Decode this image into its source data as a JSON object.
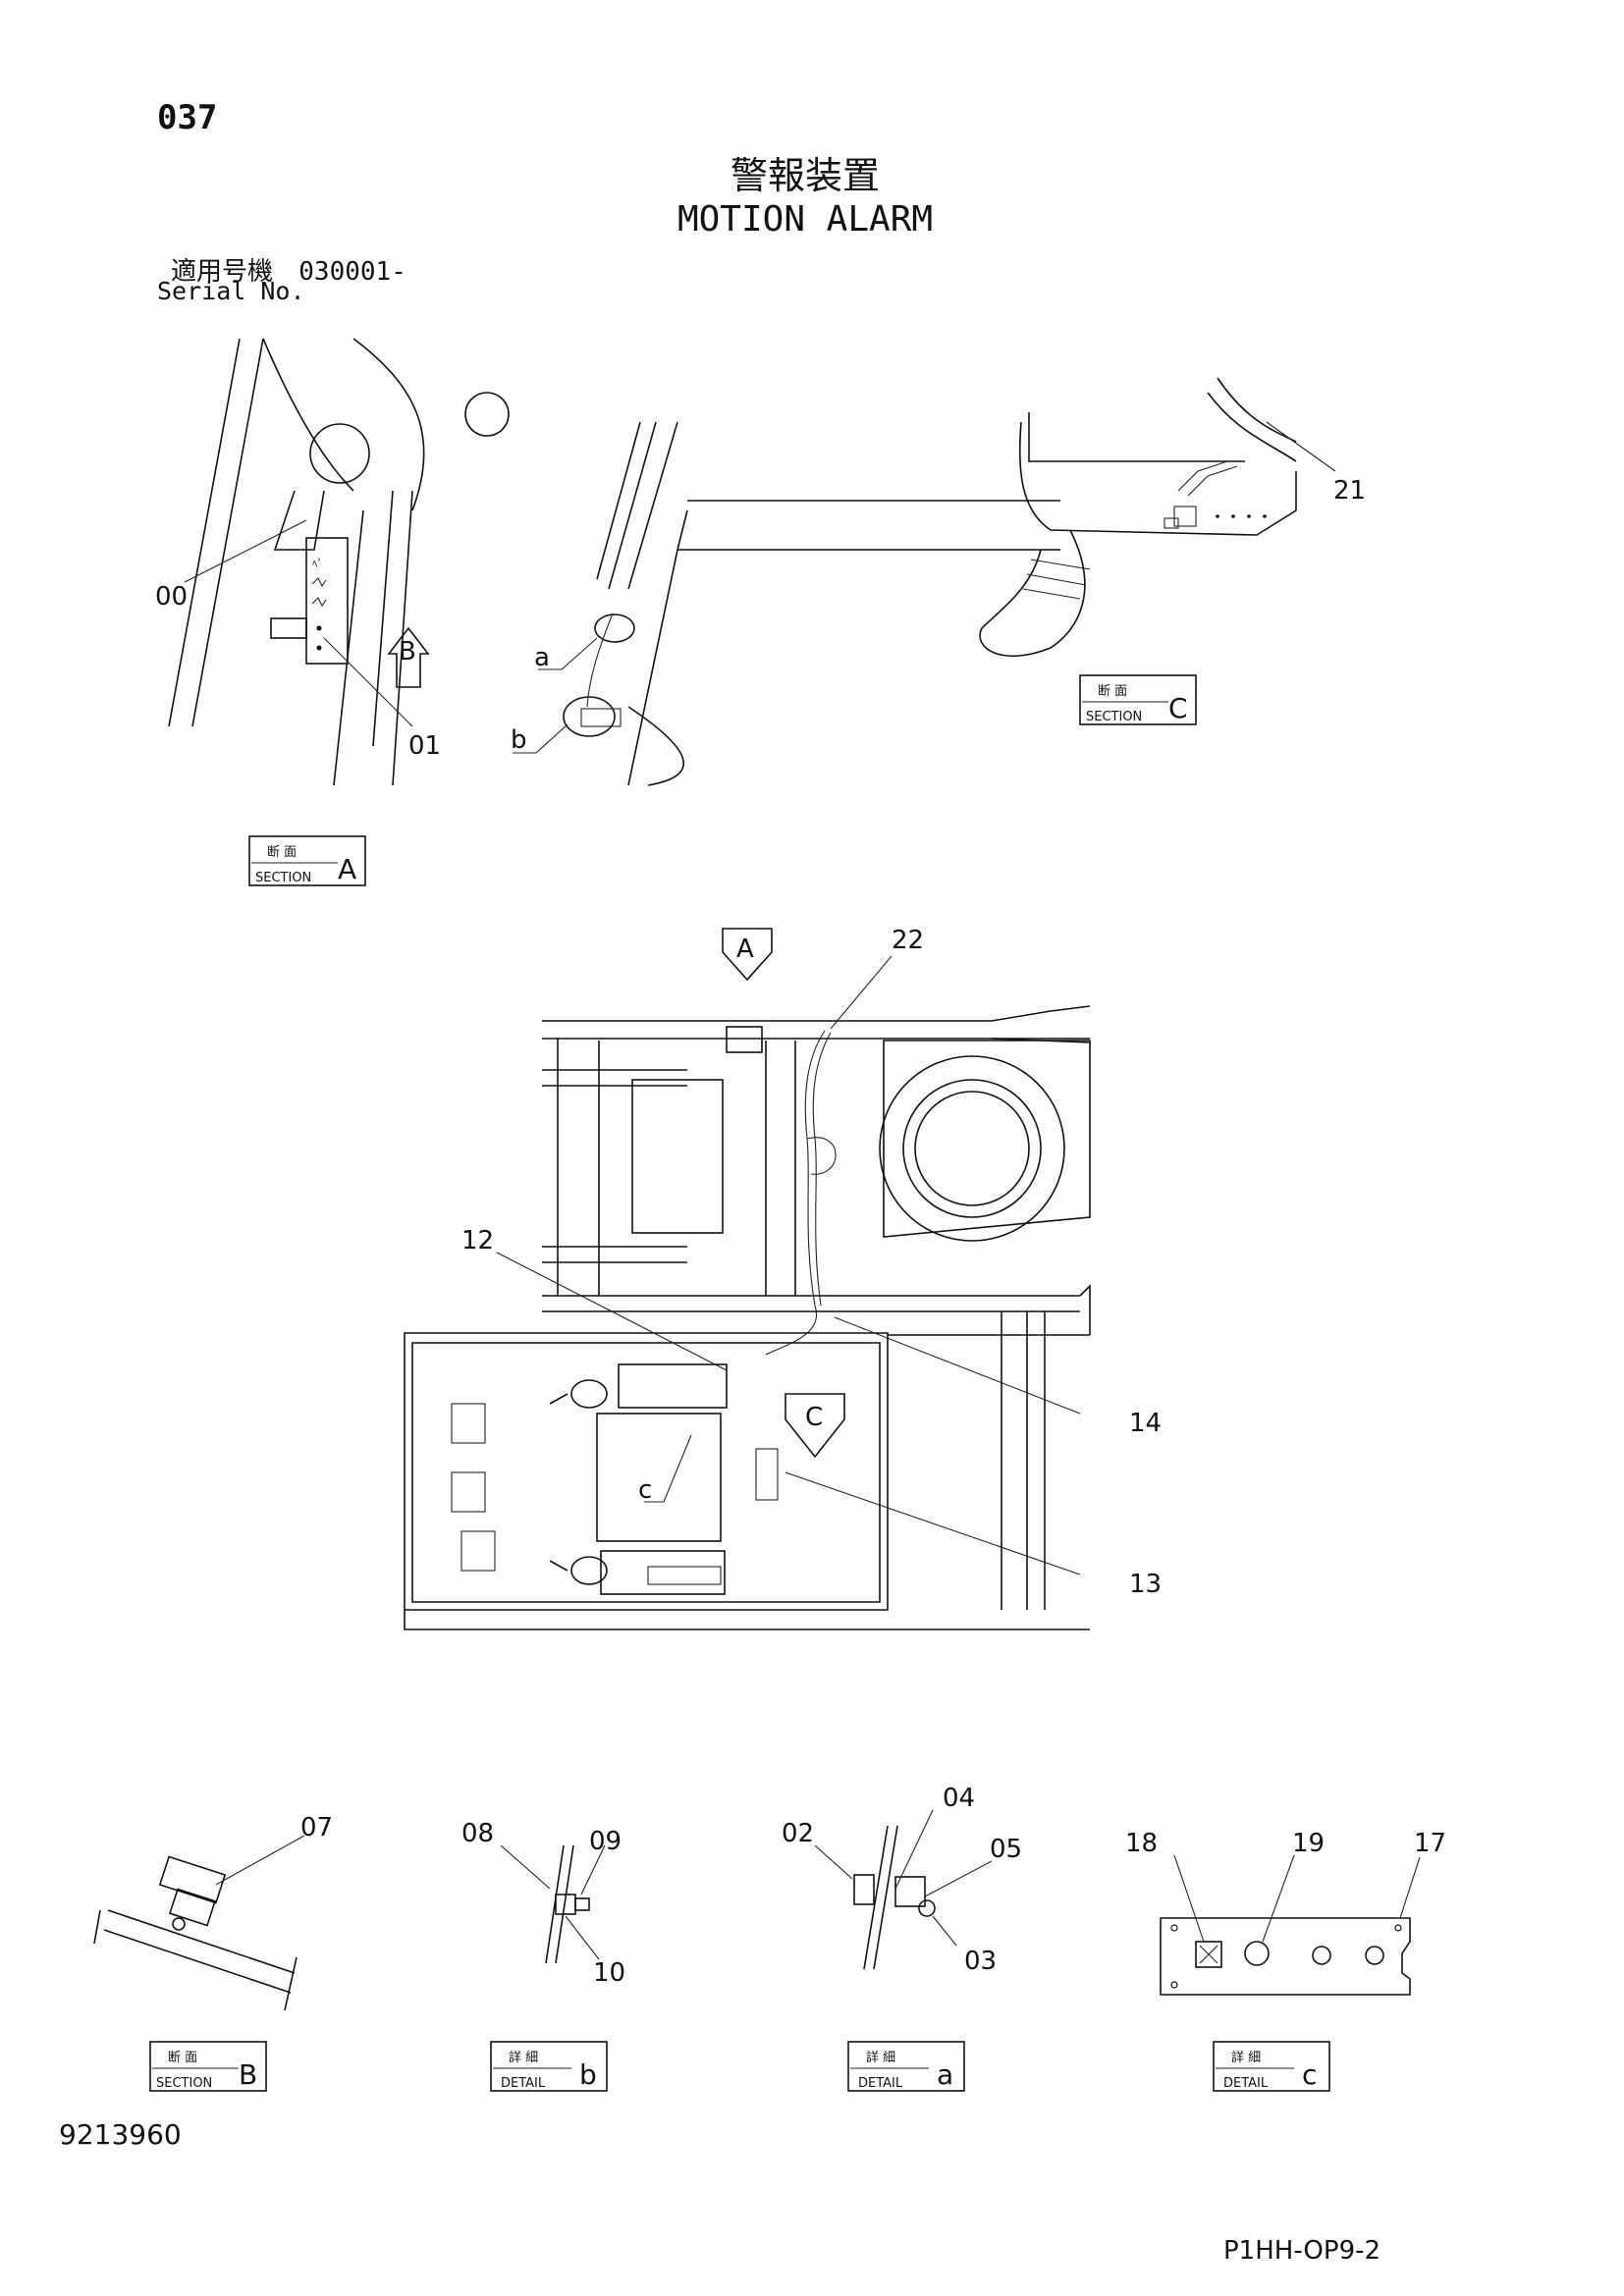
{
  "page_number": "037",
  "title_jp": "警報装置",
  "title_en": "MOTION ALARM",
  "serial_label_jp": "適用号機",
  "serial_value": "030001-",
  "serial_label_en": "Serial No.",
  "doc_number": "9213960",
  "drawing_code": "P1HH-OP9-2",
  "part_callouts": {
    "c00": "00",
    "c01": "01",
    "c02": "02",
    "c03": "03",
    "c04": "04",
    "c05": "05",
    "c07": "07",
    "c08": "08",
    "c09": "09",
    "c10": "10",
    "c12": "12",
    "c13": "13",
    "c14": "14",
    "c17": "17",
    "c18": "18",
    "c19": "19",
    "c21": "21",
    "c22": "22"
  },
  "view_arrows": {
    "A": "A",
    "B": "B",
    "C": "C"
  },
  "detail_refs": {
    "a": "a",
    "b": "b",
    "c": "c"
  },
  "boxes": {
    "section_jp": "断 面",
    "section_en": "SECTION",
    "detail_jp": "詳 細",
    "detail_en": "DETAIL",
    "section_a": "A",
    "section_b": "B",
    "section_c": "C",
    "detail_a": "a",
    "detail_b": "b",
    "detail_c": "c"
  }
}
